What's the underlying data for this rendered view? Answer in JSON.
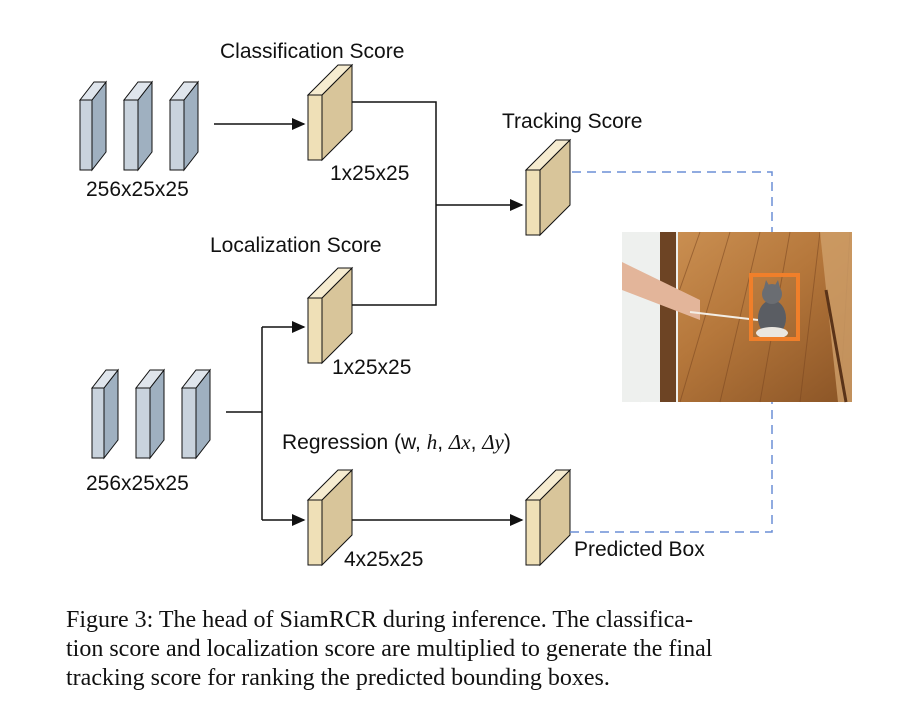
{
  "labels": {
    "classification_score": "Classification Score",
    "localization_score": "Localization Score",
    "tracking_score": "Tracking Score",
    "regression_prefix": "Regression (w, ",
    "regression_h": "h",
    "regression_dx": "Δx",
    "regression_dy": "Δy",
    "regression_sep": ", ",
    "regression_suffix": ")",
    "predicted_box": "Predicted Box"
  },
  "dims": {
    "feature_top": "256x25x25",
    "feature_bottom": "256x25x25",
    "cls_map": "1x25x25",
    "loc_map": "1x25x25",
    "reg_map": "4x25x25"
  },
  "caption": {
    "line1": "Figure 3: The head of SiamRCR during inference. The classifica-",
    "line2": "tion score and localization score are multiplied to generate the final",
    "line3": "tracking score for ranking the predicted bounding boxes."
  },
  "colors": {
    "feature_block": "#c9d3dd",
    "score_block": "#efe0b7",
    "dashed_line": "#6b8fd6",
    "bbox": "#f07f2a",
    "floor": "#b5773b"
  },
  "icons": {
    "photo": "cat-on-wooden-floor-photo"
  }
}
